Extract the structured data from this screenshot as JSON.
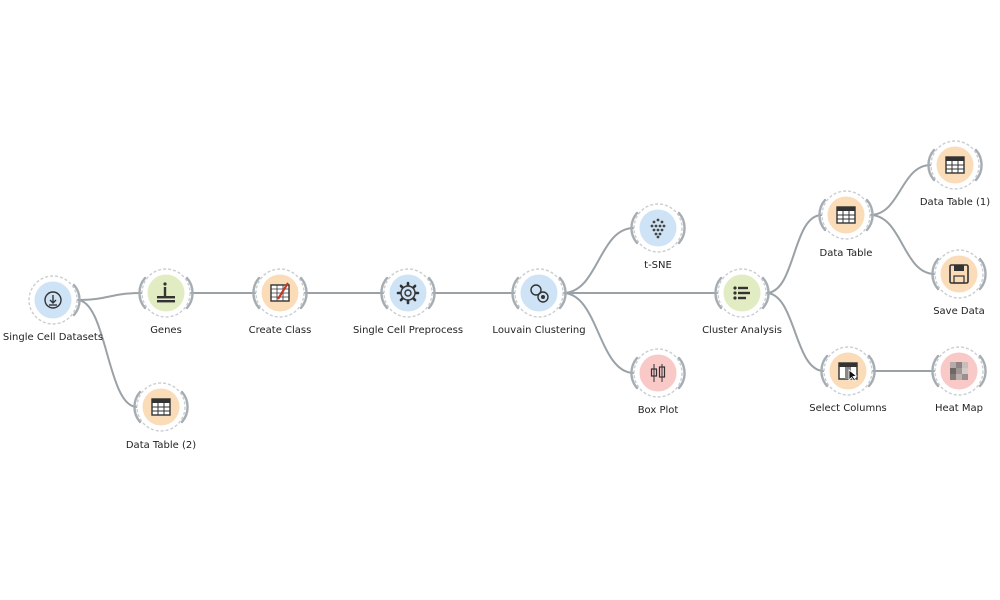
{
  "workflow": {
    "nodes": [
      {
        "id": "single-cell-datasets",
        "label": "Single Cell Datasets",
        "icon": "download-icon",
        "color": "#cfe3f7",
        "inputs": false
      },
      {
        "id": "data-table-2",
        "label": "Data Table (2)",
        "icon": "table-icon",
        "color": "#fbdcb8",
        "inputs": true
      },
      {
        "id": "genes",
        "label": "Genes",
        "icon": "genes-icon",
        "color": "#e2ecc3",
        "inputs": true
      },
      {
        "id": "create-class",
        "label": "Create Class",
        "icon": "create-class-icon",
        "color": "#fbdcb8",
        "inputs": true
      },
      {
        "id": "single-cell-preprocess",
        "label": "Single Cell Preprocess",
        "icon": "gear-icon",
        "color": "#cfe3f7",
        "inputs": true
      },
      {
        "id": "louvain-clustering",
        "label": "Louvain Clustering",
        "icon": "clustering-icon",
        "color": "#cfe3f7",
        "inputs": true
      },
      {
        "id": "t-sne",
        "label": "t-SNE",
        "icon": "tsne-icon",
        "color": "#cfe3f7",
        "inputs": true
      },
      {
        "id": "box-plot",
        "label": "Box Plot",
        "icon": "box-plot-icon",
        "color": "#f9c9c8",
        "inputs": true
      },
      {
        "id": "cluster-analysis",
        "label": "Cluster Analysis",
        "icon": "list-icon",
        "color": "#e2ecc3",
        "inputs": true
      },
      {
        "id": "data-table",
        "label": "Data Table",
        "icon": "table-icon",
        "color": "#fbdcb8",
        "inputs": true
      },
      {
        "id": "data-table-1",
        "label": "Data Table (1)",
        "icon": "table-icon",
        "color": "#fbdcb8",
        "inputs": true
      },
      {
        "id": "save-data",
        "label": "Save Data",
        "icon": "save-icon",
        "color": "#fbdcb8",
        "inputs": true
      },
      {
        "id": "select-columns",
        "label": "Select Columns",
        "icon": "select-columns-icon",
        "color": "#fbdcb8",
        "inputs": true
      },
      {
        "id": "heat-map",
        "label": "Heat Map",
        "icon": "heat-map-icon",
        "color": "#f9c9c8",
        "inputs": true
      }
    ],
    "edges": [
      {
        "from": "single-cell-datasets",
        "to": "genes"
      },
      {
        "from": "single-cell-datasets",
        "to": "data-table-2"
      },
      {
        "from": "genes",
        "to": "create-class"
      },
      {
        "from": "create-class",
        "to": "single-cell-preprocess"
      },
      {
        "from": "single-cell-preprocess",
        "to": "louvain-clustering"
      },
      {
        "from": "louvain-clustering",
        "to": "t-sne"
      },
      {
        "from": "louvain-clustering",
        "to": "box-plot"
      },
      {
        "from": "louvain-clustering",
        "to": "cluster-analysis"
      },
      {
        "from": "cluster-analysis",
        "to": "data-table"
      },
      {
        "from": "cluster-analysis",
        "to": "select-columns"
      },
      {
        "from": "data-table",
        "to": "data-table-1"
      },
      {
        "from": "data-table",
        "to": "save-data"
      },
      {
        "from": "select-columns",
        "to": "heat-map"
      }
    ]
  }
}
